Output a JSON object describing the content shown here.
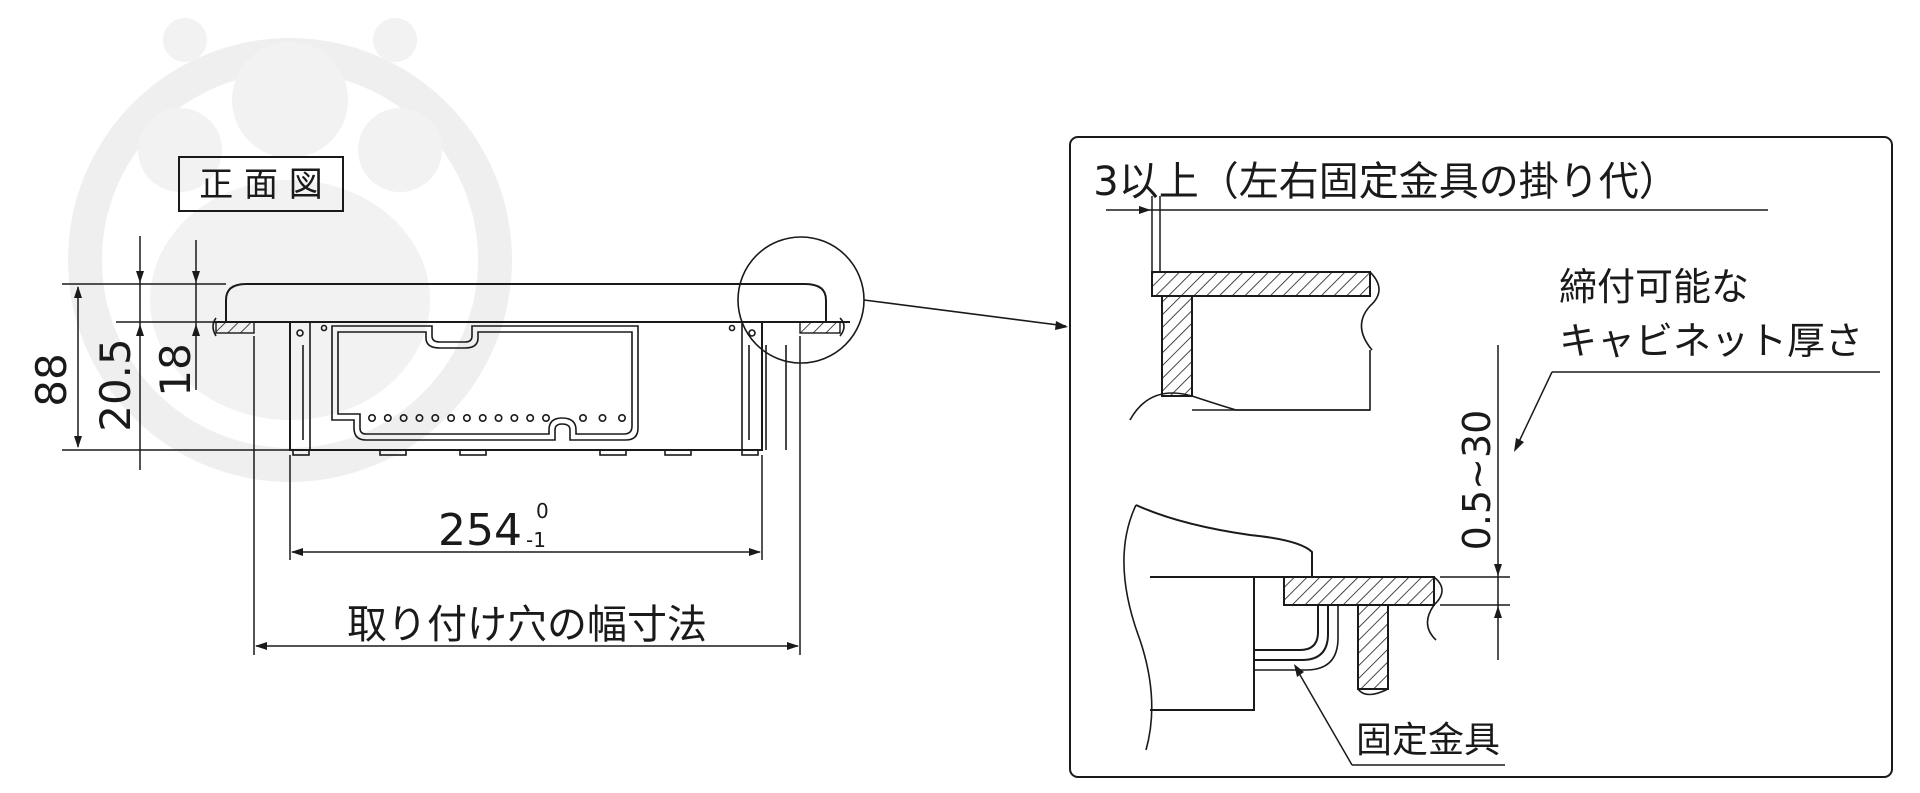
{
  "front_view": {
    "title": "正 面 図",
    "dim_total_height": "88",
    "dim_height_1": "20.5",
    "dim_height_2": "18",
    "dim_width_main": "254",
    "dim_tolerance_upper": "0",
    "dim_tolerance_lower": "-1",
    "dim_cutout_label": "取り付け穴の幅寸法"
  },
  "detail_view": {
    "overlap_label": "3以上（左右固定金具の掛り代）",
    "thickness_label_line1": "締付可能な",
    "thickness_label_line2": "キャビネット厚さ",
    "thickness_range": "0.5~30",
    "bracket_label": "固定金具"
  },
  "colors": {
    "line": "#1a1a1a",
    "watermark": "#efefef",
    "background": "#ffffff"
  }
}
